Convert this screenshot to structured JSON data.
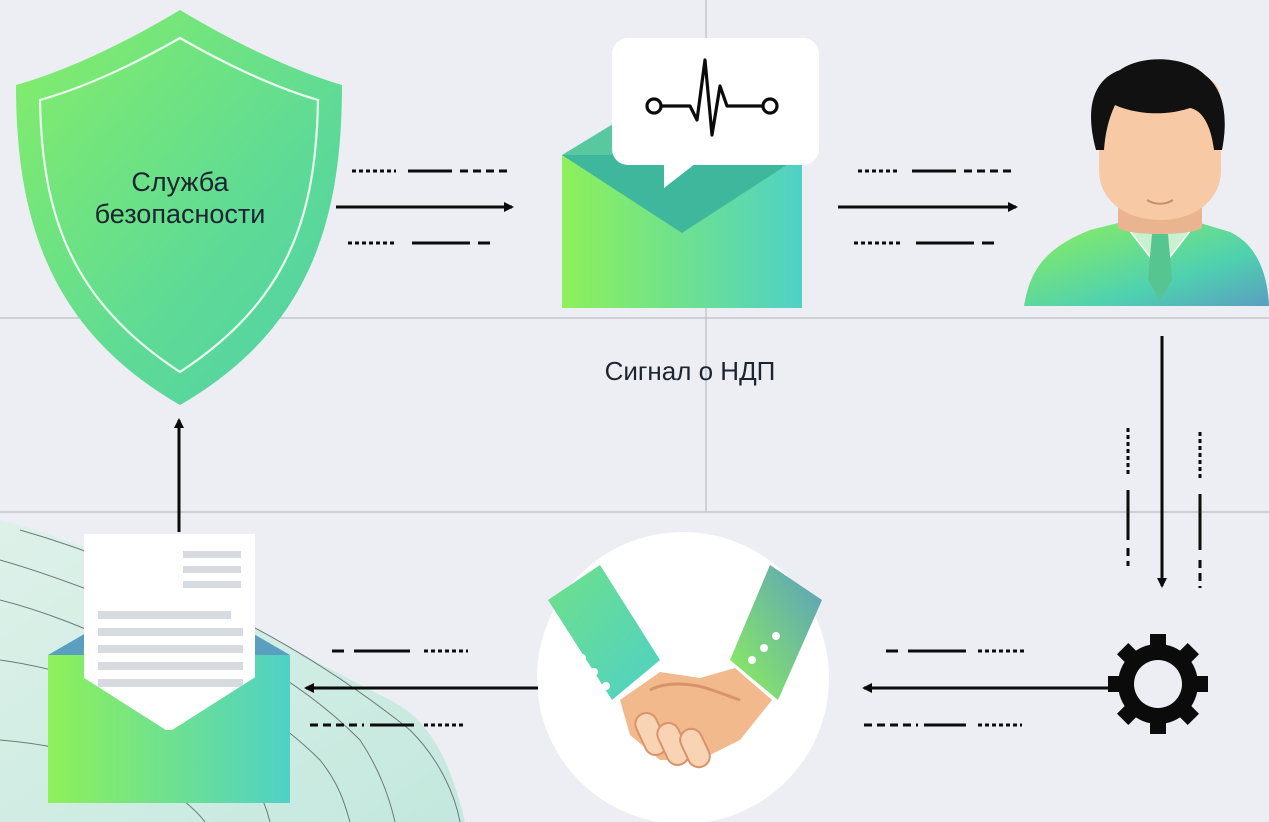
{
  "nodes": {
    "security_service": {
      "label_line1": "Служба",
      "label_line2": "безопасности",
      "icon": "shield-icon"
    },
    "alert_message": {
      "label": "Сигнал о НДП",
      "icon": "envelope-pulse-icon"
    },
    "employee": {
      "icon": "person-icon"
    },
    "processing": {
      "icon": "gear-icon"
    },
    "agreement": {
      "icon": "handshake-icon"
    },
    "report": {
      "icon": "envelope-document-icon"
    }
  },
  "flow": [
    "security_service -> alert_message",
    "alert_message -> employee",
    "employee -> processing",
    "processing -> agreement",
    "agreement -> report",
    "report -> security_service"
  ],
  "colors": {
    "gradient_green": "#8ef05a",
    "gradient_teal": "#4fd1c5",
    "gradient_blue": "#5a9ec0",
    "arrow": "#0b0b0b",
    "skin": "#f7c9a4",
    "hair": "#111111"
  }
}
